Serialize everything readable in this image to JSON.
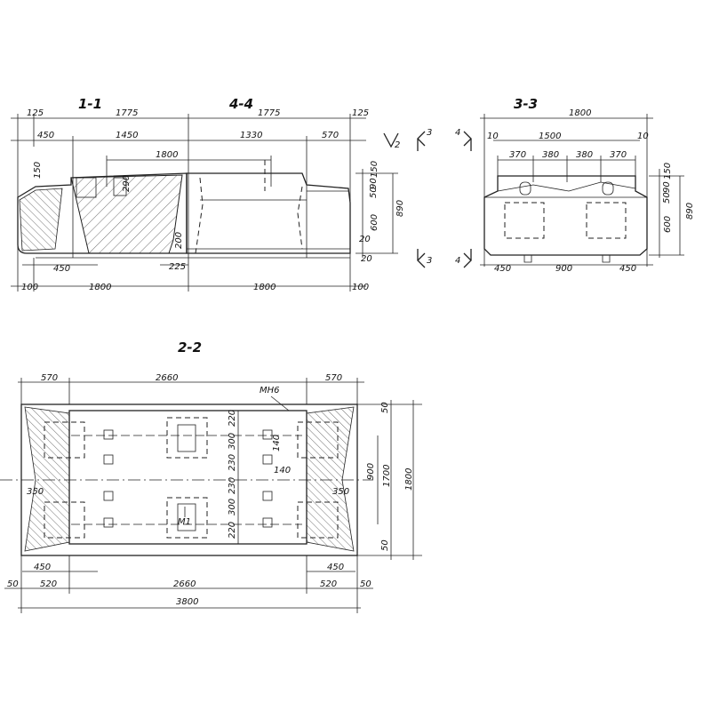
{
  "sections": {
    "s11": "1-1",
    "s44": "4-4",
    "s33": "3-3",
    "s22": "2-2"
  },
  "top_view": {
    "d125a": "125",
    "d1775a": "1775",
    "d1775b": "1775",
    "d125b": "125",
    "d450": "450",
    "d1450": "1450",
    "d1330": "1330",
    "d570": "570",
    "d1800top": "1800",
    "d150": "150",
    "d290": "290",
    "d200": "200",
    "d450b": "450",
    "d225": "225",
    "d100a": "100",
    "d1800a": "1800",
    "d1800b": "1800",
    "d100b": "100",
    "r150": "150",
    "r50": "50",
    "r90": "90",
    "r600": "600",
    "r20a": "20",
    "r20b": "20",
    "r890": "890",
    "mark2": "2",
    "mark3a": "3",
    "mark3b": "3"
  },
  "side_view": {
    "d1800": "1800",
    "d10a": "10",
    "d1500": "1500",
    "d10b": "10",
    "d370a": "370",
    "d380a": "380",
    "d380b": "380",
    "d370b": "370",
    "d450a": "450",
    "d900": "900",
    "d450b": "450",
    "r150": "150",
    "r50": "50",
    "r90": "90",
    "r600": "600",
    "r890": "890",
    "mark4a": "4",
    "mark4b": "4"
  },
  "plan_view": {
    "d570a": "570",
    "d2660top": "2660",
    "d570b": "570",
    "mh6": "МН6",
    "r50a": "50",
    "r1800": "1800",
    "r1700": "1700",
    "r900": "900",
    "r50b": "50",
    "c220a": "220",
    "c300a": "300",
    "c230a": "230",
    "c230b": "230",
    "c300b": "300",
    "c220b": "220",
    "c140a": "140",
    "c140b": "140",
    "d350a": "350",
    "d350b": "350",
    "m1": "М1",
    "d450a": "450",
    "d450b": "450",
    "d50a": "50",
    "d520a": "520",
    "d2660": "2660",
    "d520b": "520",
    "d50b": "50",
    "d3800": "3800"
  }
}
